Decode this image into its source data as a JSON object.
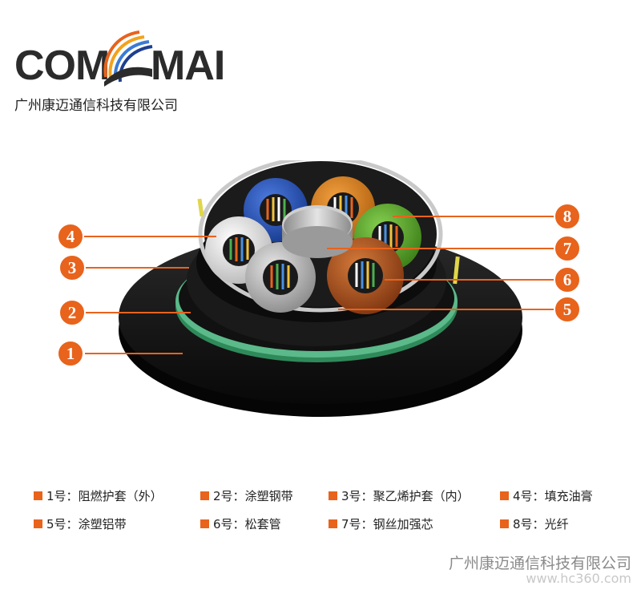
{
  "header": {
    "logo_left": "COM",
    "logo_right": "MAI",
    "company_name": "广州康迈通信科技有限公司"
  },
  "callouts": {
    "n1": "1",
    "n2": "2",
    "n3": "3",
    "n4": "4",
    "n5": "5",
    "n6": "6",
    "n7": "7",
    "n8": "8"
  },
  "legend": [
    {
      "num": "1号",
      "sep": "：",
      "text": "阻燃护套（外）"
    },
    {
      "num": "2号",
      "sep": "：",
      "text": "涂塑钢带"
    },
    {
      "num": "3号",
      "sep": "：",
      "text": "聚乙烯护套（内）"
    },
    {
      "num": "4号",
      "sep": "：",
      "text": "填充油膏"
    },
    {
      "num": "5号",
      "sep": "：",
      "text": "涂塑铝带"
    },
    {
      "num": "6号",
      "sep": "：",
      "text": "松套管"
    },
    {
      "num": "7号",
      "sep": "：",
      "text": "钢丝加强芯"
    },
    {
      "num": "8号",
      "sep": "：",
      "text": "光纤"
    }
  ],
  "footer": {
    "company_name": "广州康迈通信科技有限公司",
    "watermark": "www.hc360.com"
  },
  "colors": {
    "accent": "#e8631c",
    "sheath": "#111111",
    "green_tape": "#3e9a6a",
    "tube_blue": "#2a4fb0",
    "tube_orange": "#d97a1c",
    "tube_green": "#5aa82c",
    "tube_brown": "#b0521c",
    "tube_gray": "#b9b9b9",
    "tube_white": "#e6e6e6"
  }
}
